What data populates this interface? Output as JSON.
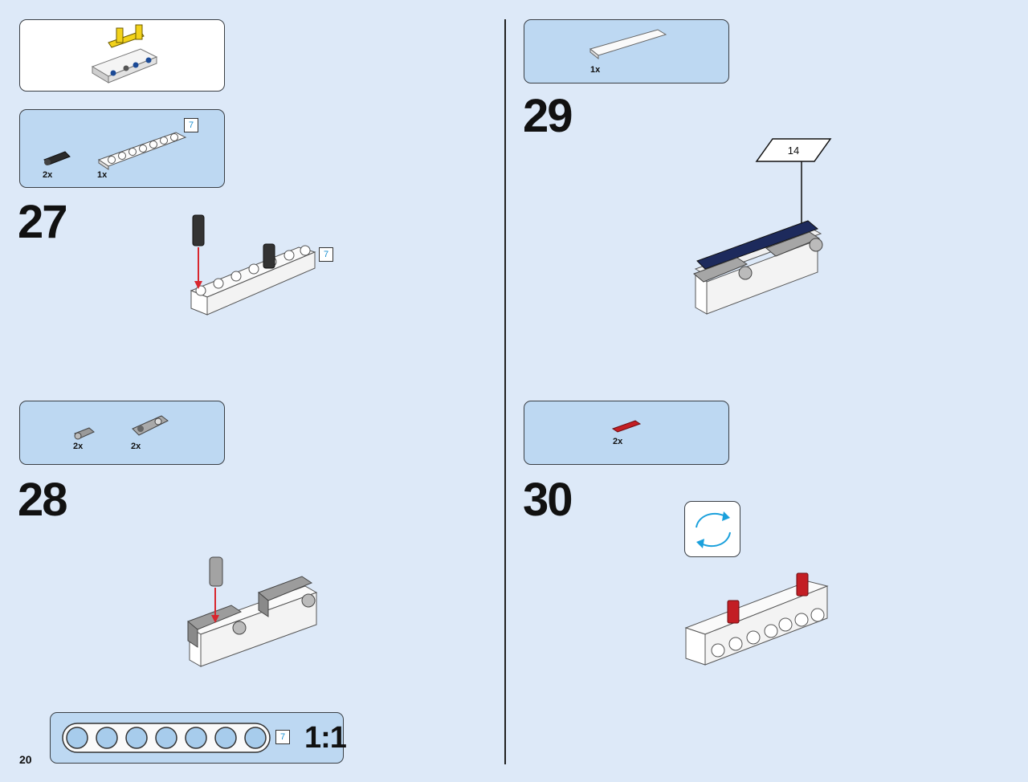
{
  "page": {
    "number": "20"
  },
  "colors": {
    "background": "#dde9f8",
    "callout": "#bdd8f2",
    "arrow": "#d8262e",
    "rotate": "#1aa0dc"
  },
  "submodel": {
    "icon": "submodel-preview-icon"
  },
  "steps": [
    {
      "number": "27",
      "parts": [
        {
          "qty": "2x",
          "icon": "black-pin-icon"
        },
        {
          "qty": "1x",
          "icon": "white-beam-7-icon",
          "length": "7"
        }
      ],
      "model_length": "7"
    },
    {
      "number": "28",
      "parts": [
        {
          "qty": "2x",
          "icon": "grey-pin-icon"
        },
        {
          "qty": "2x",
          "icon": "grey-connector-icon"
        }
      ]
    },
    {
      "number": "29",
      "parts": [
        {
          "qty": "1x",
          "icon": "white-tile-icon"
        }
      ],
      "sticker": "14"
    },
    {
      "number": "30",
      "parts": [
        {
          "qty": "2x",
          "icon": "red-axle-icon"
        }
      ],
      "rotate_icon": "rotate-model-icon"
    }
  ],
  "scale_guide": {
    "length": "7",
    "label": "1:1"
  }
}
